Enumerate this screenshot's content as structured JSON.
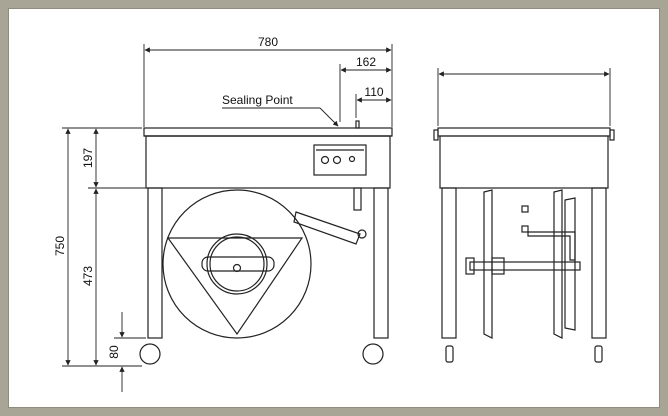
{
  "dimensions": {
    "overall_width": "780",
    "offset_162": "162",
    "offset_110": "110",
    "overall_height": "750",
    "table_height": "197",
    "leg_height": "473",
    "wheel_height": "80"
  },
  "annotations": {
    "sealing_point": "Sealing Point"
  },
  "colors": {
    "background": "#a9a596",
    "paper": "#ffffff",
    "line": "#222222"
  }
}
